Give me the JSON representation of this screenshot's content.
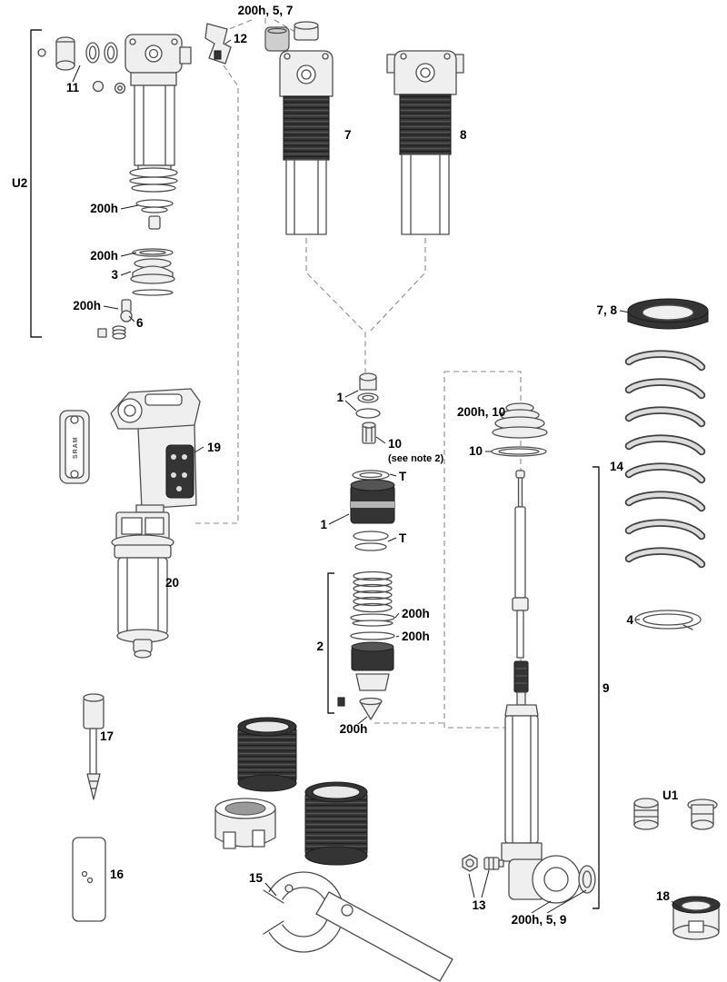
{
  "figure": {
    "kind": "exploded-parts-diagram",
    "subject": "Rear shock service parts"
  },
  "brand_mark": "SRAM",
  "palette": {
    "line": "#4d4d4d",
    "dark_fill": "#343434",
    "light_fill": "#efefef",
    "label_text": "#000000"
  },
  "callouts": {
    "u1": "U1",
    "u2": "U2",
    "p1": "1",
    "p2": "2",
    "p3": "3",
    "p4": "4",
    "p6": "6",
    "p7": "7",
    "p8": "8",
    "p9": "9",
    "p10": "10",
    "p11": "11",
    "p12": "12",
    "p13": "13",
    "p14": "14",
    "p15": "15",
    "p16": "16",
    "p17": "17",
    "p18": "18",
    "p19": "19",
    "p20": "20",
    "service_200h": "200h",
    "combo_200h_5_7": "200h, 5, 7",
    "combo_200h_10": "200h, 10",
    "combo_200h_5_9": "200h, 5, 9",
    "combo_7_8": "7, 8",
    "see_note_2": "(see note 2)",
    "t_mark": "T"
  }
}
